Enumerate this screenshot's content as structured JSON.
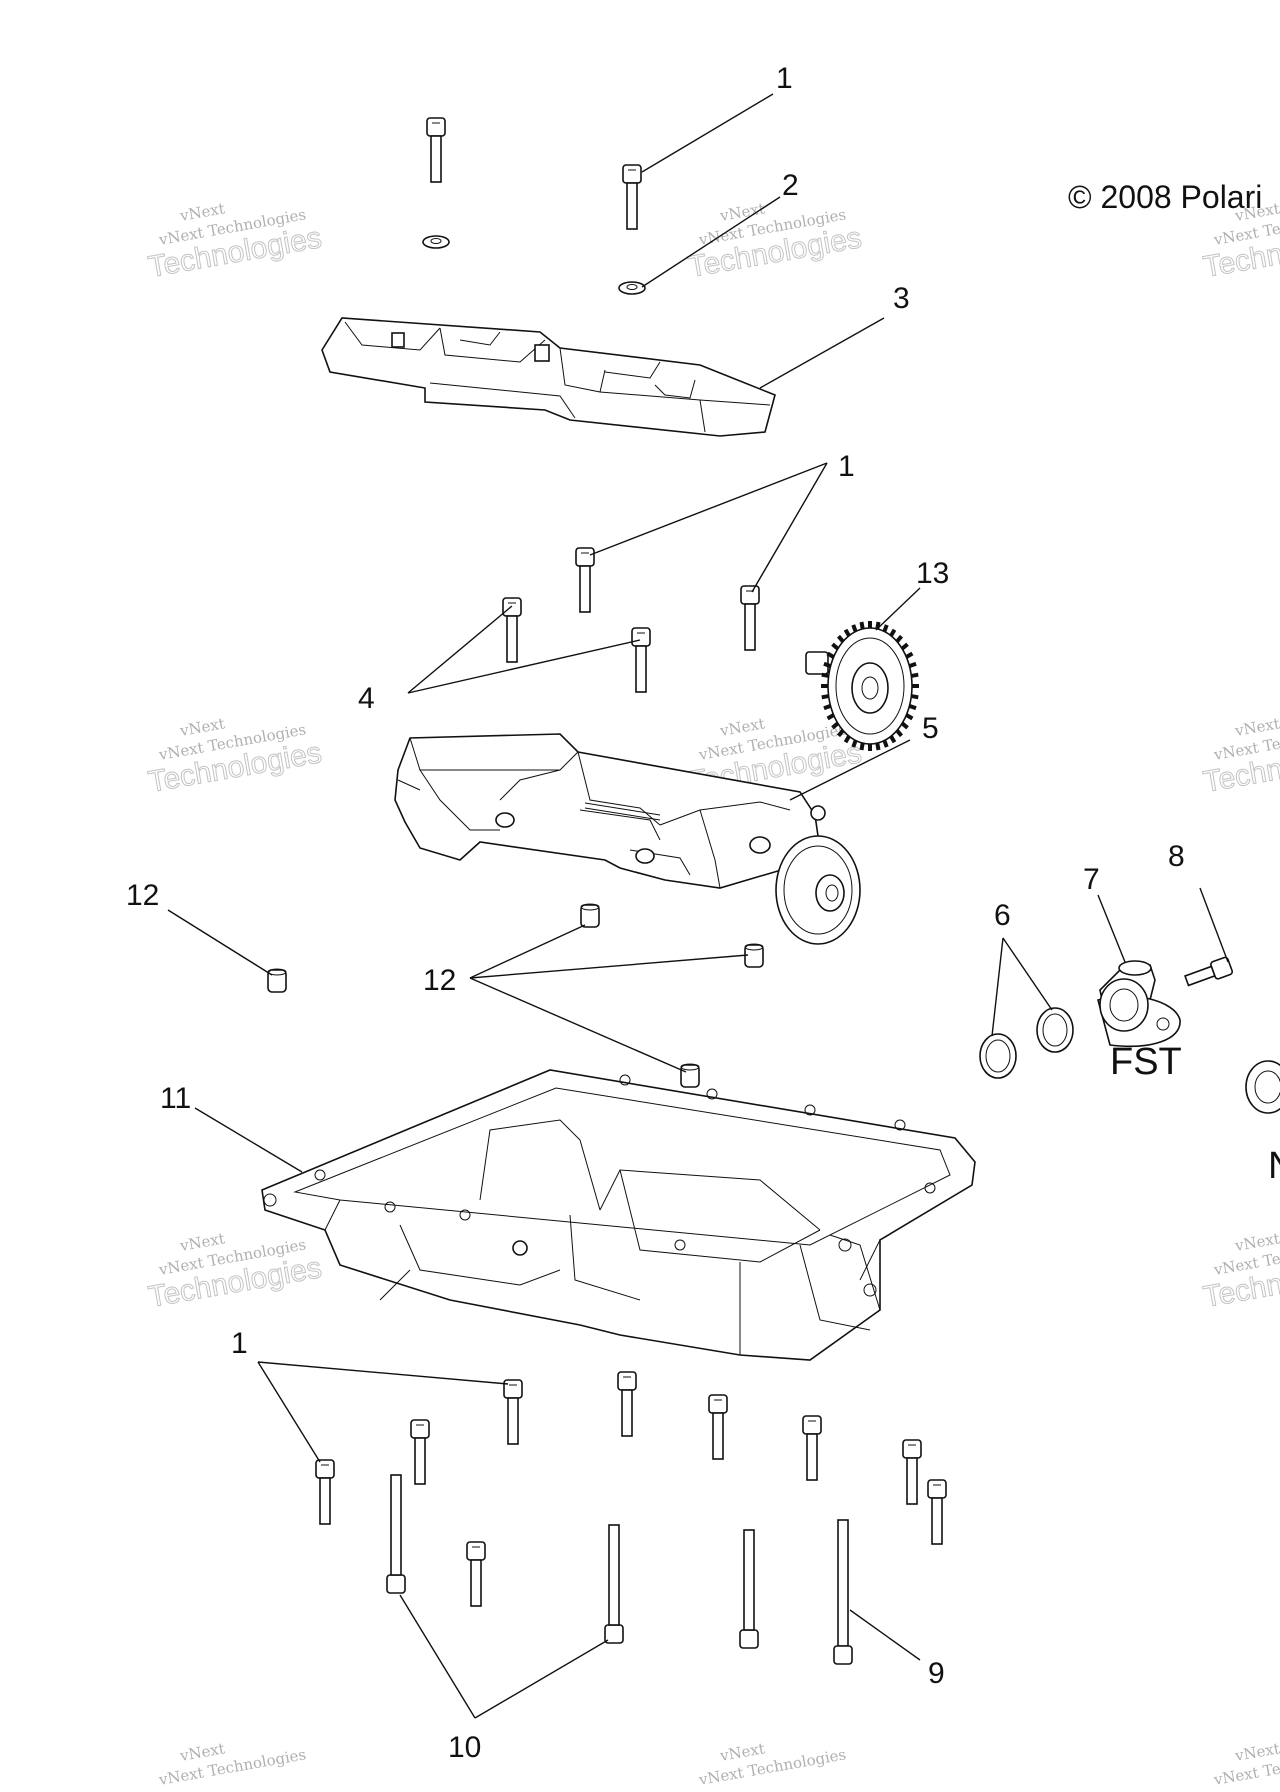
{
  "diagram": {
    "copyright": "© 2008 Polari",
    "watermark": {
      "line1": "vNext Technologies",
      "line2": "Technologies",
      "line3": "vNext"
    },
    "labels": {
      "fst": "FST",
      "n": "N"
    },
    "callouts": [
      {
        "id": "c1a",
        "text": "1"
      },
      {
        "id": "c2",
        "text": "2"
      },
      {
        "id": "c3",
        "text": "3"
      },
      {
        "id": "c1b",
        "text": "1"
      },
      {
        "id": "c13",
        "text": "13"
      },
      {
        "id": "c4",
        "text": "4"
      },
      {
        "id": "c5",
        "text": "5"
      },
      {
        "id": "c12a",
        "text": "12"
      },
      {
        "id": "c12b",
        "text": "12"
      },
      {
        "id": "c6",
        "text": "6"
      },
      {
        "id": "c7",
        "text": "7"
      },
      {
        "id": "c8",
        "text": "8"
      },
      {
        "id": "c11",
        "text": "11"
      },
      {
        "id": "c1c",
        "text": "1"
      },
      {
        "id": "c9",
        "text": "9"
      },
      {
        "id": "c10",
        "text": "10"
      }
    ]
  }
}
